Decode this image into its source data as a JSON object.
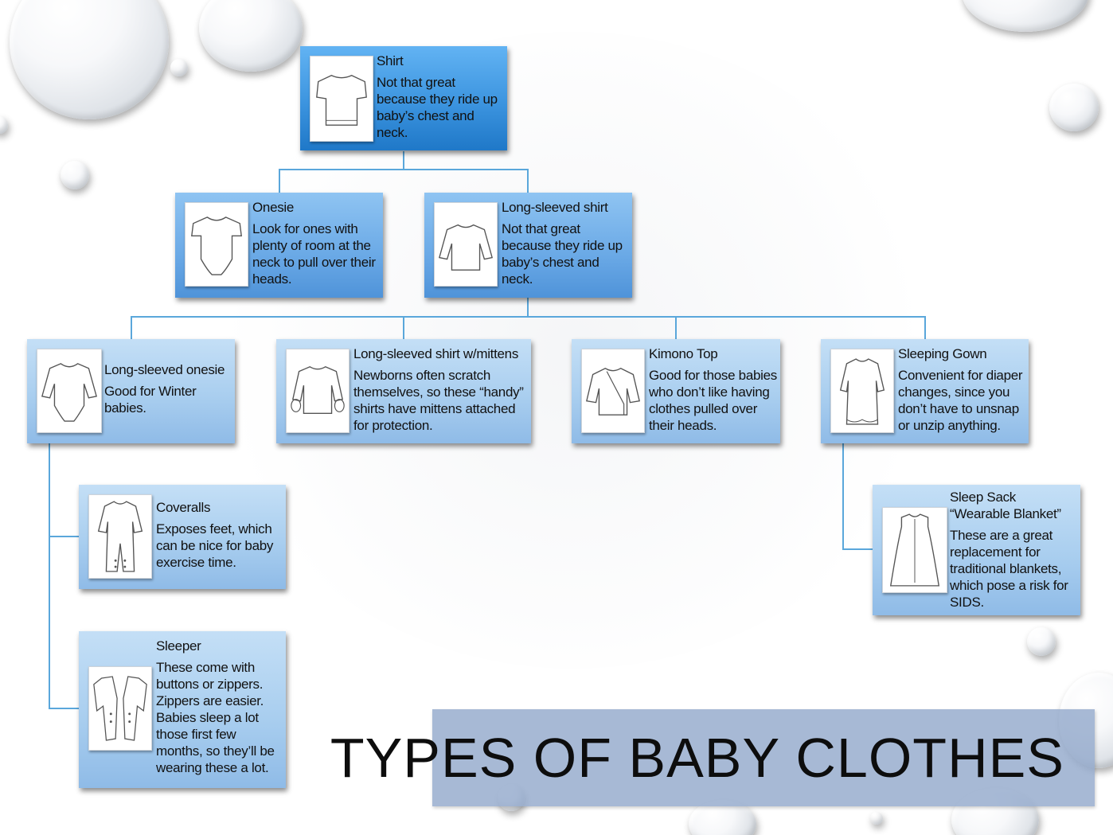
{
  "slide": {
    "title": "TYPES OF BABY CLOTHES"
  },
  "nodes": {
    "shirt": {
      "title": "Shirt",
      "desc": "Not that great because they ride up baby’s chest and neck.",
      "icon": "shirt-icon"
    },
    "onesie": {
      "title": "Onesie",
      "desc": "Look for ones with plenty of room at the neck to pull over their heads.",
      "icon": "onesie-icon"
    },
    "long_sleeved_shirt": {
      "title": "Long-sleeved shirt",
      "desc": "Not that great because they ride up baby’s chest and neck.",
      "icon": "long-sleeved-shirt-icon"
    },
    "long_sleeved_onesie": {
      "title": "Long-sleeved onesie",
      "desc": "Good  for Winter babies.",
      "icon": "long-sleeved-onesie-icon"
    },
    "shirt_mittens": {
      "title": "Long-sleeved shirt w/mittens",
      "desc": "Newborns often scratch themselves, so these “handy” shirts have mittens attached for protection.",
      "icon": "mitten-shirt-icon"
    },
    "kimono": {
      "title": "Kimono Top",
      "desc": "Good for those babies who don’t like having clothes pulled over their heads.",
      "icon": "kimono-top-icon"
    },
    "gown": {
      "title": "Sleeping Gown",
      "desc": "Convenient for diaper changes, since you don’t have to unsnap or unzip anything.",
      "icon": "sleeping-gown-icon"
    },
    "coveralls": {
      "title": "Coveralls",
      "desc": "Exposes feet, which can be nice for baby exercise time.",
      "icon": "coveralls-icon"
    },
    "sleeper": {
      "title": "Sleeper",
      "desc": "These come with buttons or zippers. Zippers are easier. Babies sleep a lot those first few months, so they’ll be wearing these a lot.",
      "icon": "sleeper-icon"
    },
    "sleep_sack": {
      "title": "Sleep Sack",
      "title2": "“Wearable Blanket”",
      "desc": "These are a great replacement for traditional blankets, which pose a risk for SIDS.",
      "icon": "sleep-sack-icon"
    }
  },
  "colors": {
    "level1": "#3c94df",
    "level2": "#6aa9e6",
    "level3": "#a9ceef",
    "connector": "#5aa7db",
    "title_box": "#94aacc"
  }
}
